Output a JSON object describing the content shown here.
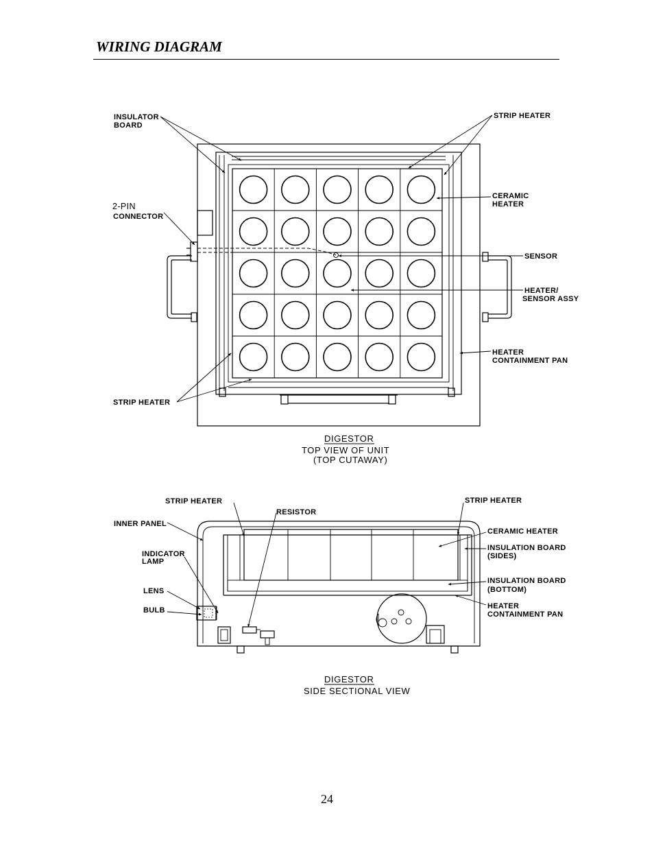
{
  "header": {
    "title": "WIRING DIAGRAM"
  },
  "top_view": {
    "labels": {
      "insulator_board_1": "INSULATOR",
      "insulator_board_2": "BOARD",
      "strip_heater_top": "STRIP  HEATER",
      "two_pin_1": "2-PIN",
      "two_pin_2": "CONNECTOR",
      "ceramic_heater_1": "CERAMIC",
      "ceramic_heater_2": "HEATER",
      "sensor": "SENSOR",
      "heater_sensor_1": "HEATER/",
      "heater_sensor_2": "SENSOR  ASSY",
      "containment_1": "HEATER",
      "containment_2": "CONTAINMENT  PAN",
      "strip_heater_bottom": "STRIP  HEATER"
    },
    "caption": {
      "line1": "DIGESTOR",
      "line2": "TOP  VIEW  OF  UNIT",
      "line3": "(TOP  CUTAWAY)"
    }
  },
  "side_view": {
    "labels": {
      "strip_heater_left": "STRIP  HEATER",
      "resistor": "RESISTOR",
      "strip_heater_right": "STRIP  HEATER",
      "inner_panel": "INNER  PANEL",
      "indicator_lamp_1": "INDICATOR",
      "indicator_lamp_2": "LAMP",
      "lens": "LENS",
      "bulb": "BULB",
      "ceramic_heater": "CERAMIC  HEATER",
      "insulation_sides_1": "INSULATION  BOARD",
      "insulation_sides_2": "(SIDES)",
      "insulation_bottom_1": "INSULATION  BOARD",
      "insulation_bottom_2": "(BOTTOM)",
      "containment_1": "HEATER",
      "containment_2": "CONTAINMENT  PAN"
    },
    "caption": {
      "line1": "DIGESTOR",
      "line2": "SIDE  SECTIONAL  VIEW"
    }
  },
  "footer": {
    "page_number": "24"
  }
}
